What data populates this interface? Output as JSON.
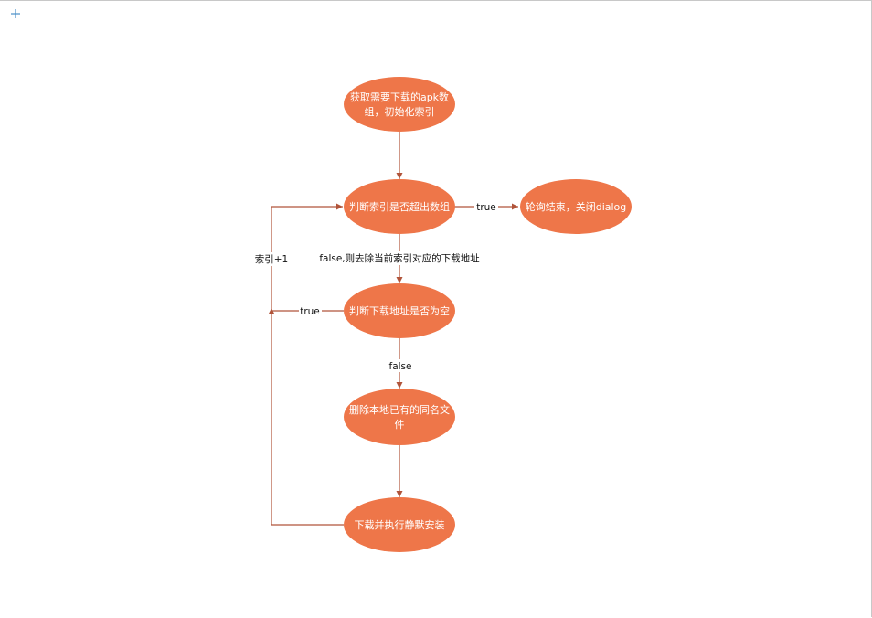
{
  "colors": {
    "node_fill": "#ee7649",
    "node_text": "#ffffff",
    "edge": "#b1543a",
    "edge_label": "#111111",
    "canvas_background": "#ffffff",
    "add_marker": "#4a90c8"
  },
  "toolbar": {
    "add_icon": "plus-icon"
  },
  "nodes": {
    "start": {
      "line1": "获取需要下载的apk数",
      "line2": "组，初始化索引"
    },
    "check_index": {
      "label": "判断索引是否超出数组"
    },
    "end": {
      "label": "轮询结束，关闭dialog"
    },
    "check_url": {
      "label": "判断下载地址是否为空"
    },
    "delete_file": {
      "line1": "删除本地已有的同名文",
      "line2": "件"
    },
    "install": {
      "label": "下载并执行静默安装"
    }
  },
  "edges": {
    "index_exceeded": "true",
    "index_not_exceeded": "false,则去除当前索引对应的下载地址",
    "url_empty": "true",
    "url_not_empty": "false",
    "increment_index": "索引+1"
  }
}
